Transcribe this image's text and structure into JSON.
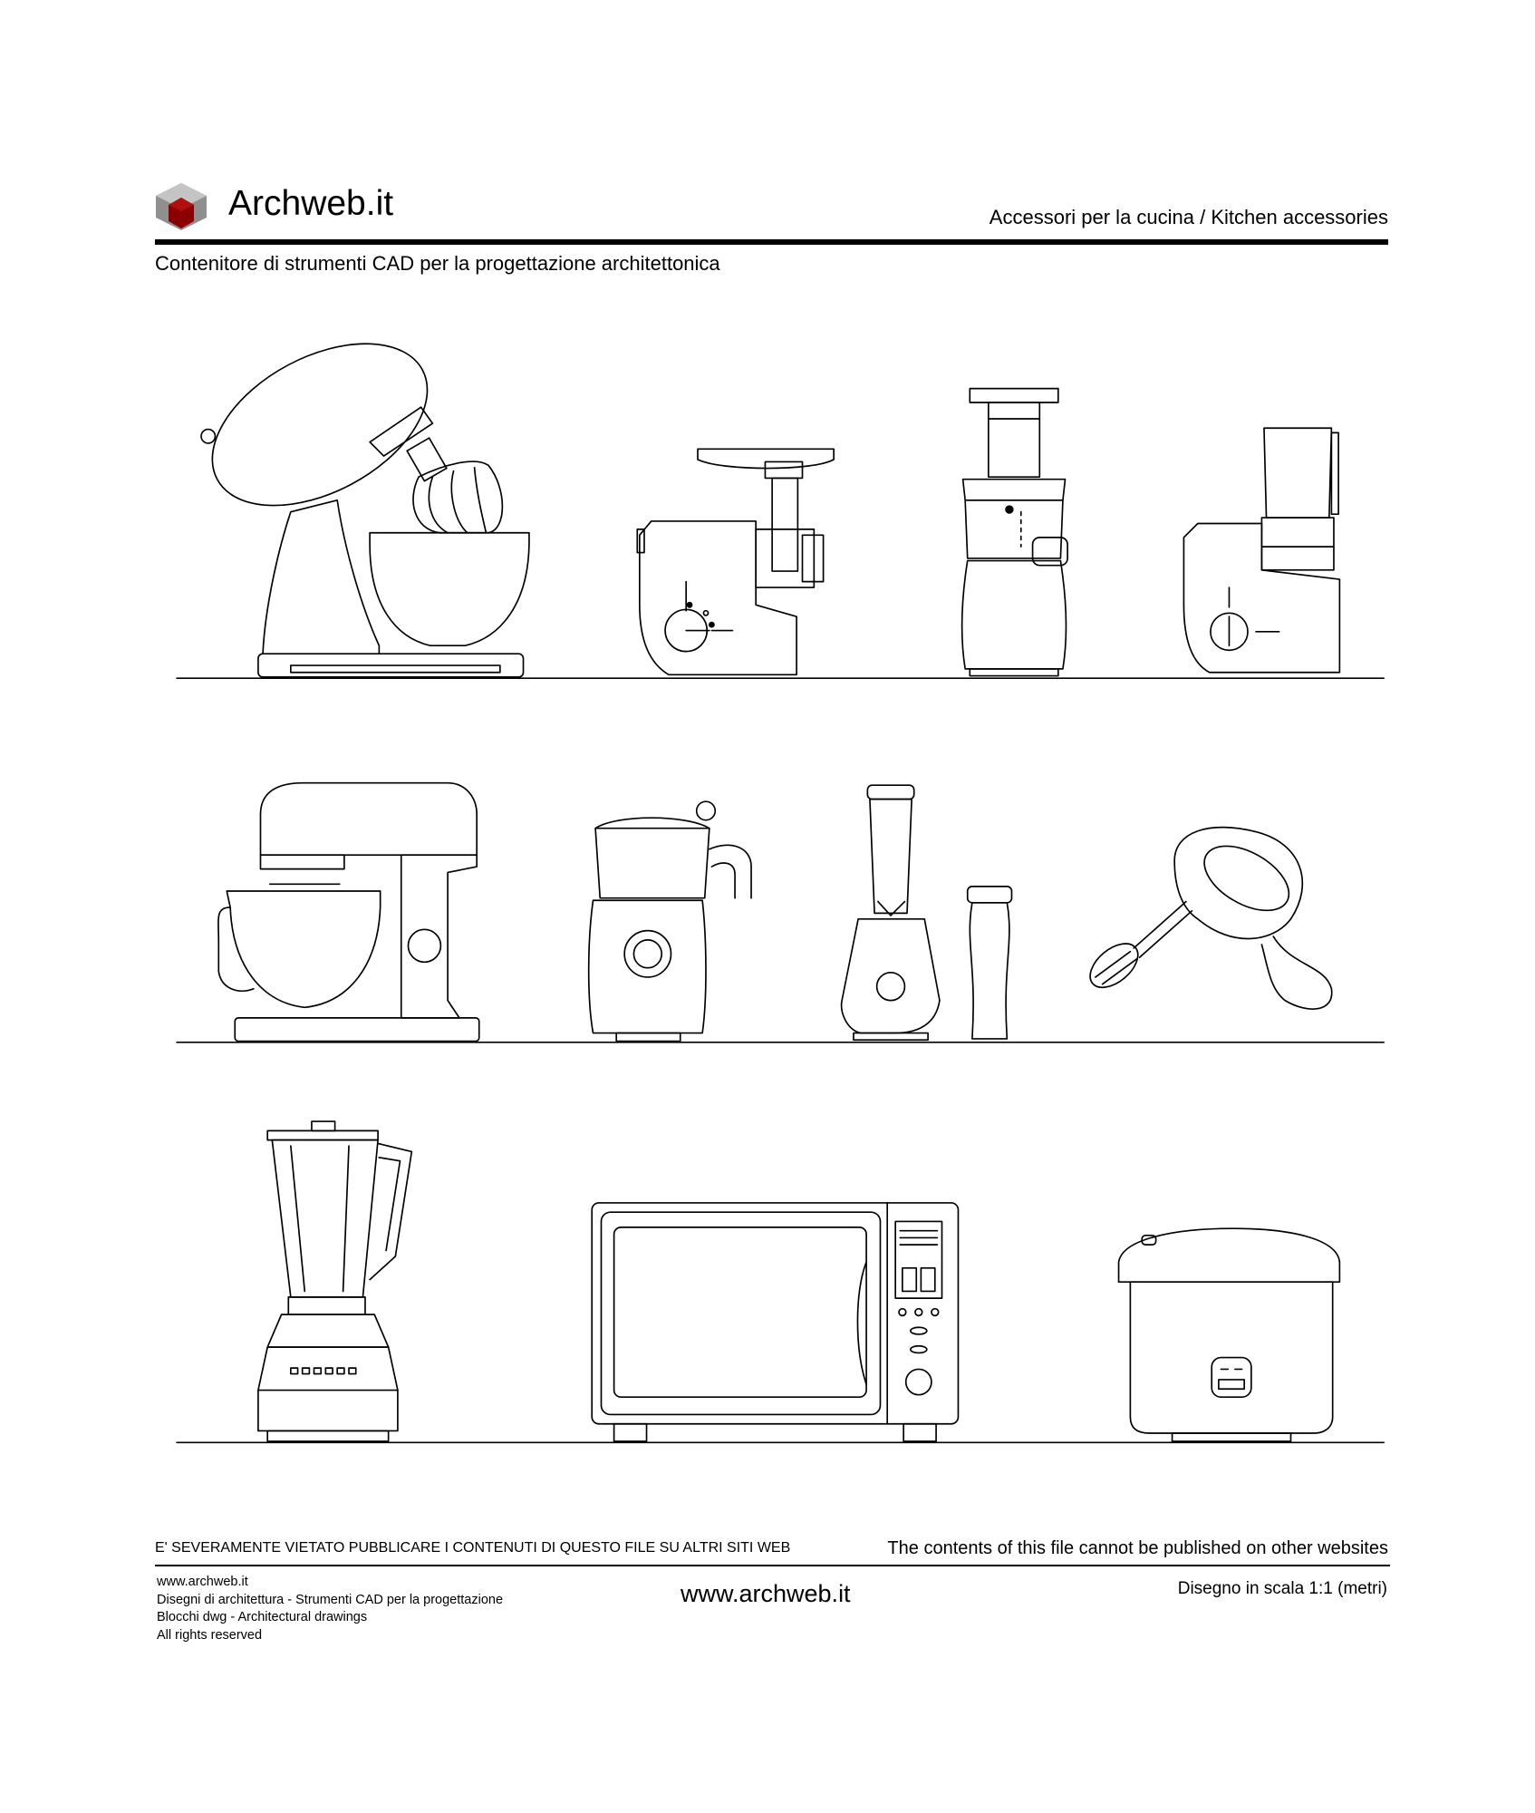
{
  "header": {
    "brand": "Archweb.it",
    "logo_icon": "archweb-cube-logo",
    "logo_colors": {
      "cube_gray": "#8a8a8a",
      "cube_red": "#8b0000"
    },
    "category_title": "Accessori per la cucina / Kitchen accessories",
    "subtitle": "Contenitore di strumenti CAD per la progettazione architettonica"
  },
  "drawing": {
    "rows": [
      {
        "items": [
          "stand-mixer",
          "meat-grinder",
          "slow-juicer",
          "food-processor"
        ]
      },
      {
        "items": [
          "tilt-head-mixer",
          "milk-frother",
          "personal-blender",
          "hand-mixer"
        ]
      },
      {
        "items": [
          "jug-blender",
          "microwave-oven",
          "rice-cooker"
        ]
      }
    ]
  },
  "footer": {
    "warning_it": "E' SEVERAMENTE VIETATO PUBBLICARE I CONTENUTI DI QUESTO FILE SU ALTRI SITI WEB",
    "warning_en": "The contents of this file cannot be published on other websites",
    "info_lines": [
      "www.archweb.it",
      "Disegni di architettura - Strumenti CAD  per la progettazione",
      "Blocchi dwg - Architectural drawings",
      "All rights reserved"
    ],
    "website": "www.archweb.it",
    "scale": "Disegno in scala 1:1 (metri)"
  }
}
